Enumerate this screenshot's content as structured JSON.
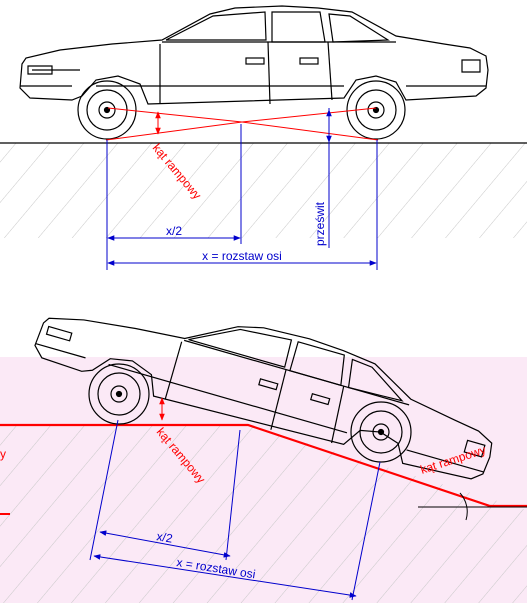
{
  "labels": {
    "ramp_angle": "kąt rampowy",
    "half_wheelbase": "x/2",
    "wheelbase": "x = rozstaw osi",
    "clearance": "prześwit",
    "ramp_angle_slope": "kąt rampowy",
    "edge_partial": "y"
  },
  "colors": {
    "outline": "#000000",
    "dimension": "#0000cc",
    "accent": "#ff0000",
    "hatch": "#c8c8c8",
    "panel_bg": "#fbe9f6"
  }
}
